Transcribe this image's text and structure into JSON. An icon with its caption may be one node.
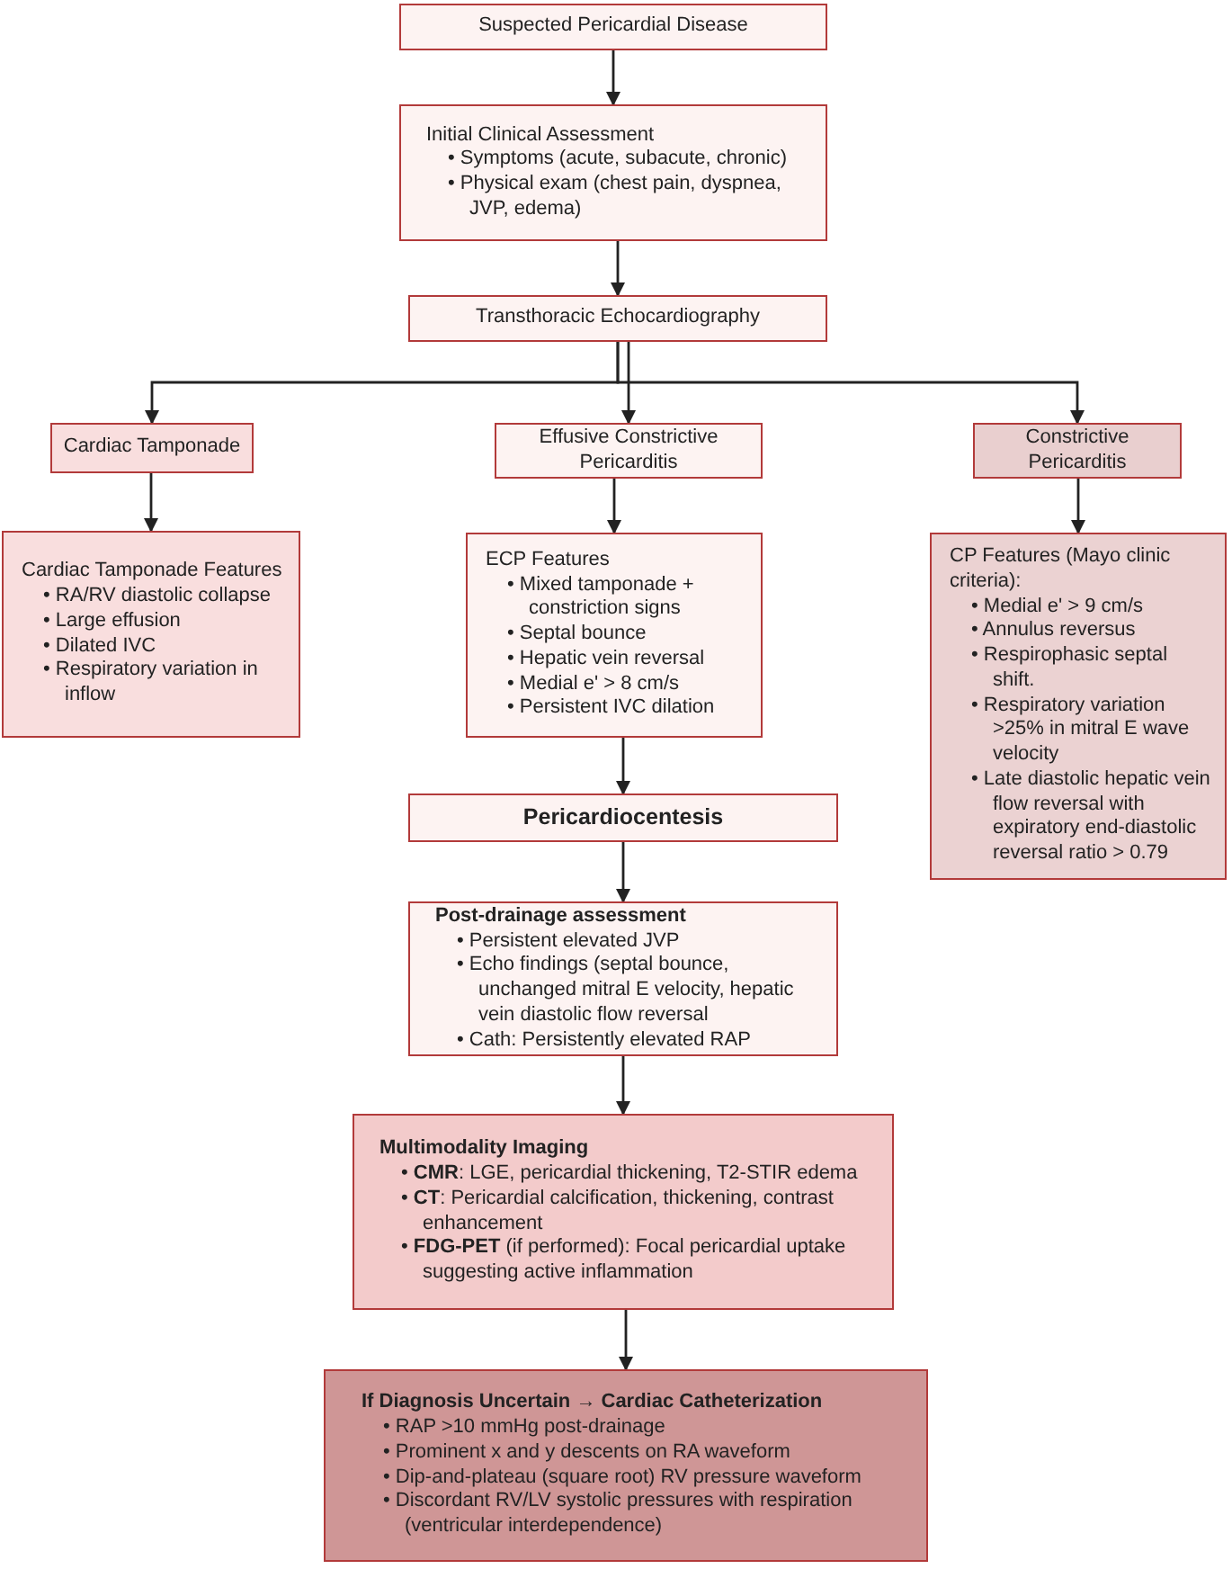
{
  "diagram": {
    "nodes": [
      {
        "text": [
          "Suspected Pericardial Disease"
        ]
      },
      {
        "text": [
          "Initial Clinical Assessment",
          "• Symptoms (acute, subacute, chronic)",
          "• Physical exam (chest pain, dyspnea, JVP, edema)"
        ]
      },
      {
        "text": [
          "Transthoracic Echocardiography"
        ]
      },
      {
        "text": [
          "Cardiac Tamponade"
        ]
      },
      {
        "text": [
          "Effusive Constrictive Pericarditis"
        ]
      },
      {
        "text": [
          "Constrictive Pericarditis"
        ]
      },
      {
        "text": [
          "Cardiac Tamponade Features",
          "• RA/RV diastolic collapse",
          "• Large effusion",
          "• Dilated IVC",
          "• Respiratory variation in inflow"
        ]
      },
      {
        "text": [
          "ECP Features",
          "• Mixed tamponade + constriction signs",
          "• Septal bounce",
          "• Hepatic vein reversal",
          "• Medial e' > 8 cm/s",
          "• Persistent IVC dilation"
        ]
      },
      {
        "text": [
          "CP Features (Mayo clinic criteria):",
          "• Medial e' > 9 cm/s",
          "• Annulus reversus",
          "• Respirophasic septal shift.",
          "• Respiratory variation >25% in mitral E wave velocity",
          "• Late diastolic hepatic vein flow reversal with expiratory end-diastolic reversal ratio > 0.79"
        ]
      },
      {
        "text": [
          "Pericardiocentesis"
        ]
      },
      {
        "text": [
          "Post-drainage assessment",
          "• Persistent elevated JVP",
          "• Echo findings (septal bounce, unchanged mitral E velocity, hepatic vein diastolic flow reversal",
          "• Cath: Persistently elevated RAP"
        ]
      },
      {
        "text": [
          "Multimodality Imaging",
          "• **CMR**: LGE, pericardial thickening, T2-STIR edema",
          "• **CT**: Pericardial calcification, thickening, contrast enhancement",
          "• **FDG-PET** (if performed): Focal pericardial uptake suggesting active inflammation"
        ]
      },
      {
        "text": [
          "If Diagnosis Uncertain → Cardiac Catheterization",
          "• RAP >10 mmHg post-drainage",
          "• Prominent x and y descents on RA waveform",
          "• Dip-and-plateau (square root) RV pressure waveform",
          "• Discordant RV/LV systolic pressures with respiration (ventricular interdependence)"
        ]
      }
    ],
    "edges": [
      {
        "from": 0,
        "to": 1,
        "arrow": "to"
      },
      {
        "from": 1,
        "to": 2,
        "arrow": "to"
      },
      {
        "from": 2,
        "to": 3,
        "arrow": "to"
      },
      {
        "from": 2,
        "to": 4,
        "arrow": "to"
      },
      {
        "from": 2,
        "to": 5,
        "arrow": "to"
      },
      {
        "from": 3,
        "to": 6,
        "arrow": "to"
      },
      {
        "from": 4,
        "to": 7,
        "arrow": "to"
      },
      {
        "from": 5,
        "to": 8,
        "arrow": "to"
      },
      {
        "from": 7,
        "to": 9,
        "arrow": "to"
      },
      {
        "from": 9,
        "to": 10,
        "arrow": "to"
      },
      {
        "from": 10,
        "to": 11,
        "arrow": "to"
      },
      {
        "from": 11,
        "to": 12,
        "arrow": "to"
      }
    ]
  }
}
